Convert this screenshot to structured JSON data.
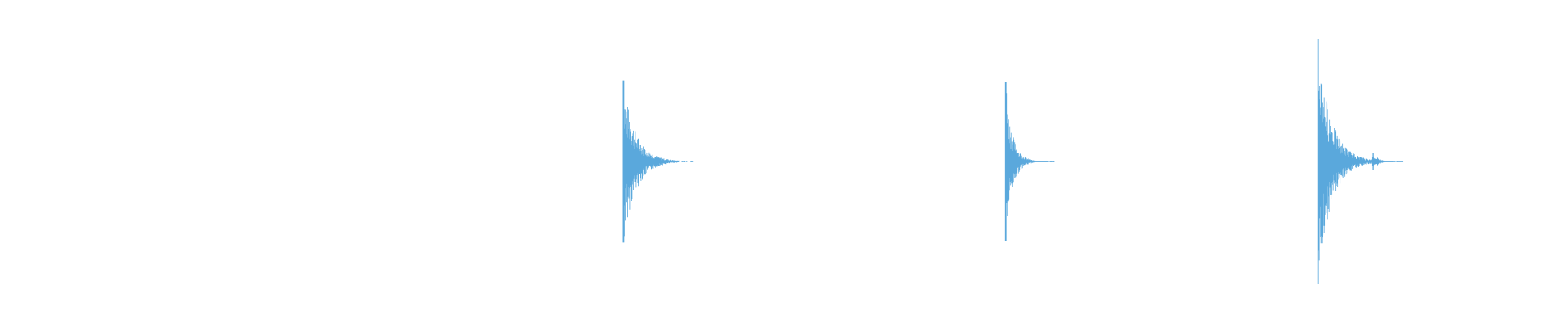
{
  "waveform": {
    "color": "#5aa8dc",
    "background": "#ffffff",
    "duration_seconds": 10.0,
    "peak_amplitude": 1.0,
    "transients": [
      {
        "name": "hit-1",
        "onset_seconds": 4.01,
        "peak_up": 0.66,
        "peak_down": 0.66,
        "tail_seconds": 0.45,
        "decay": 5.5,
        "echo": null
      },
      {
        "name": "hit-2",
        "onset_seconds": 6.47,
        "peak_up": 0.65,
        "peak_down": 0.65,
        "tail_seconds": 0.33,
        "decay": 7.5,
        "echo": null
      },
      {
        "name": "hit-3",
        "onset_seconds": 8.48,
        "peak_up": 1.0,
        "peak_down": 1.0,
        "tail_seconds": 0.55,
        "decay": 6.5,
        "echo": {
          "onset_seconds": 8.83,
          "amplitude": 0.08
        }
      }
    ]
  }
}
